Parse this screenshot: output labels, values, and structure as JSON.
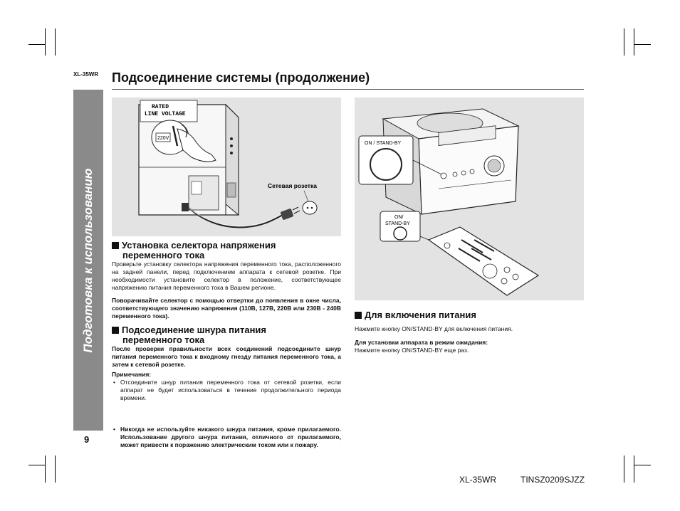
{
  "header": {
    "model_small": "XL-35WR",
    "title": "Подсоединение системы (продолжение)"
  },
  "sidebar": {
    "label": "Подготовка к использованию",
    "page_number": "9"
  },
  "figure_left": {
    "label_rated_1": "RATED",
    "label_rated_2": "LINE VOLTAGE",
    "label_voltage": "220V",
    "label_outlet": "Сетевая розетка"
  },
  "figure_right": {
    "label_on_standby": "ON / STAND-BY",
    "label_remote_1": "ON/",
    "label_remote_2": "STAND-BY"
  },
  "section_voltage": {
    "heading_line1": "Установка селектора напряжения",
    "heading_line2": "переменного тока",
    "paragraph_1": "Проверьте установку селектора напряжения переменного тока, расположенного на задней панели, перед подключением аппарата к сетевой розетке. При необходимости установите селектор в положение, соответствующее напряжению питания переменного тока в Вашем регионе.",
    "paragraph_2": "Поворачивайте селектор с помощью отвертки до появления в окне числа, соответствующего значению напряжения (110В, 127В, 220В или 230В - 240В переменного тока)."
  },
  "section_cord": {
    "heading_line1": "Подсоединение шнура питания",
    "heading_line2": "переменного тока",
    "paragraph_1": "После проверки правильности всех соединений подсоедините шнур питания переменного тока к входному гнезду питания переменного тока, а затем к сетевой розетке.",
    "notes_title": "Примечания:",
    "note_1": "Отсоедините шнур питания переменного тока от сетевой розетки, если аппарат не будет использоваться в течение продолжительного периода времени.",
    "note_2": "Никогда не используйте никакого шнура питания, кроме прилагаемого. Использование другого шнура питания, отличного от прилагаемого, может привести к поражению электрическим током или к пожару."
  },
  "section_power": {
    "heading": "Для включения питания",
    "paragraph_1": "Нажмите кнопку ON/STAND-BY для включения питания.",
    "subheading": "Для установки аппарата в режим ожидания:",
    "paragraph_2": "Нажмите кнопку ON/STAND-BY еще раз."
  },
  "footer": {
    "model": "XL-35WR",
    "code": "TINSZ0209SJZZ"
  }
}
